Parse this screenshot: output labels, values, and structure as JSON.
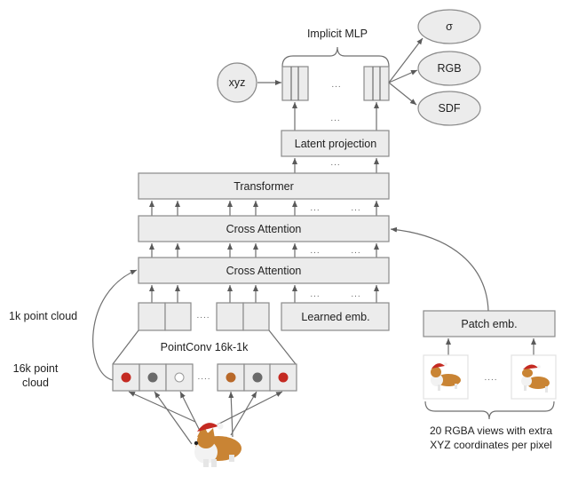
{
  "diagram": {
    "mlp": {
      "label": "Implicit MLP",
      "input": "xyz",
      "ellipsis": "...",
      "outputs": [
        "σ",
        "RGB",
        "SDF"
      ]
    },
    "latent_projection": {
      "label": "Latent projection",
      "ellipsis_above": "...",
      "ellipsis_below": "..."
    },
    "transformer": {
      "label": "Transformer"
    },
    "cross_attention_top": {
      "label": "Cross Attention"
    },
    "cross_attention_bottom": {
      "label": "Cross Attention"
    },
    "learned_emb": {
      "label": "Learned emb."
    },
    "between_dots": "...",
    "point_cloud_1k": {
      "label": "1k point cloud",
      "ellipsis": "...."
    },
    "pointconv": {
      "label": "PointConv 16k-1k"
    },
    "point_cloud_16k": {
      "label_line1": "16k point",
      "label_line2": "cloud",
      "ellipsis": "....",
      "point_colors": [
        "#c42a22",
        "#6a6a6a",
        "#ffffff",
        "#b8692a",
        "#6a6a6a",
        "#c42a22"
      ]
    },
    "patch_emb": {
      "label": "Patch emb."
    },
    "views": {
      "ellipsis": "....",
      "caption_line1": "20 RGBA views with extra",
      "caption_line2": "XYZ coordinates per pixel"
    },
    "subject_image": "corgi-with-santa-hat"
  }
}
